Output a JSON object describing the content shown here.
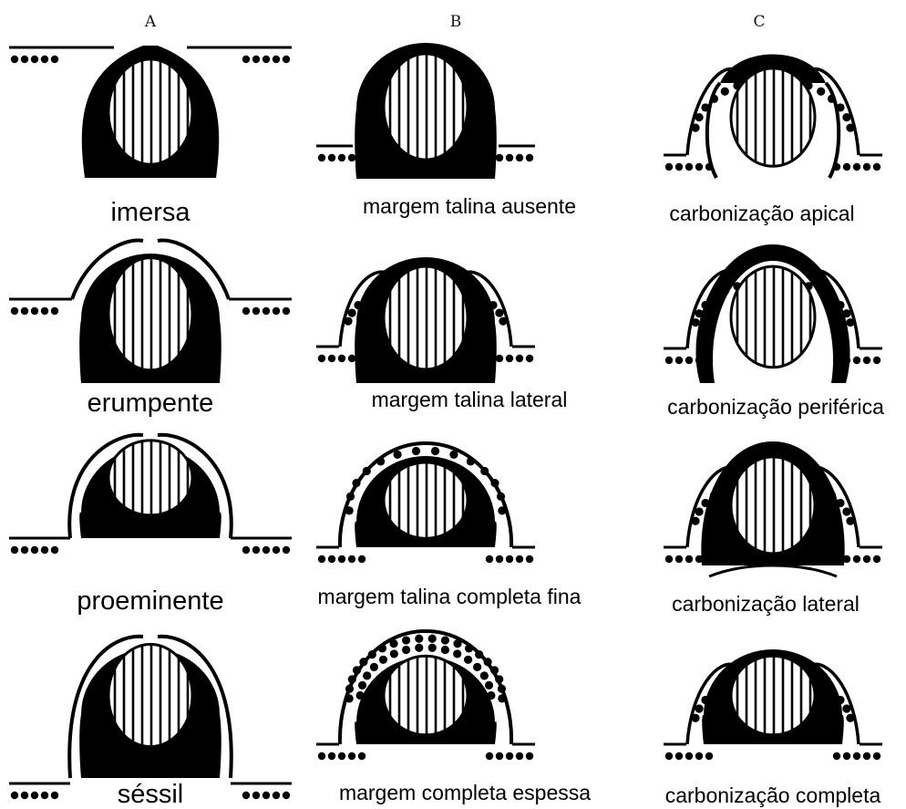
{
  "columns": [
    {
      "heading": "A",
      "panels": [
        {
          "label": "imersa",
          "type": "imersa"
        },
        {
          "label": "erumpente",
          "type": "erumpente"
        },
        {
          "label": "proeminente",
          "type": "proeminente"
        },
        {
          "label": "séssil",
          "type": "sessil"
        }
      ]
    },
    {
      "heading": "B",
      "panels": [
        {
          "label": "margem talina ausente",
          "type": "margem-ausente"
        },
        {
          "label": "margem talina lateral",
          "type": "margem-lateral"
        },
        {
          "label": "margem talina completa fina",
          "type": "margem-completa-fina"
        },
        {
          "label": "margem completa espessa",
          "type": "margem-completa-espessa"
        }
      ]
    },
    {
      "heading": "C",
      "panels": [
        {
          "label": "carbonização apical",
          "type": "carbonizacao-apical"
        },
        {
          "label": "carbonização periférica",
          "type": "carbonizacao-periferica"
        },
        {
          "label": "carbonização lateral",
          "type": "carbonizacao-lateral"
        },
        {
          "label": "carbonização completa",
          "type": "carbonizacao-completa"
        }
      ]
    }
  ]
}
